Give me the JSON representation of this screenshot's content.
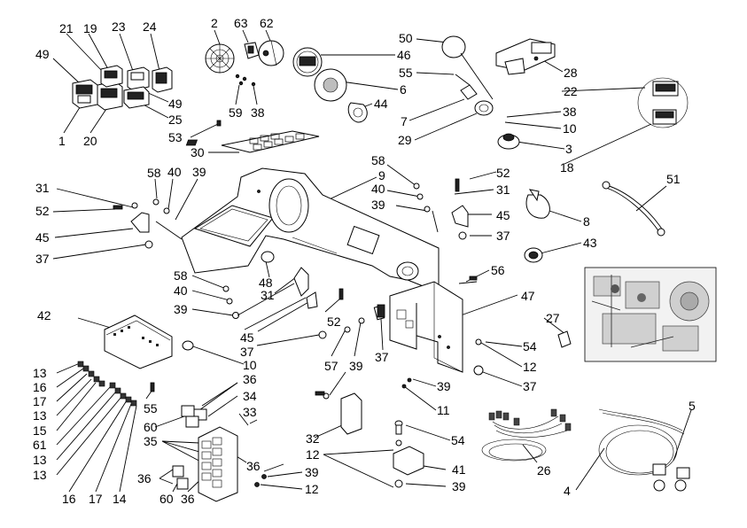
{
  "callouts": [
    {
      "id": "c1",
      "text": "49"
    },
    {
      "id": "c2",
      "text": "21"
    },
    {
      "id": "c3",
      "text": "19"
    },
    {
      "id": "c4",
      "text": "23"
    },
    {
      "id": "c5",
      "text": "24"
    },
    {
      "id": "c6",
      "text": "49"
    },
    {
      "id": "c7",
      "text": "25"
    },
    {
      "id": "c8",
      "text": "1"
    },
    {
      "id": "c9",
      "text": "20"
    },
    {
      "id": "c10",
      "text": "2"
    },
    {
      "id": "c11",
      "text": "63"
    },
    {
      "id": "c12",
      "text": "62"
    },
    {
      "id": "c13",
      "text": "59"
    },
    {
      "id": "c14",
      "text": "38"
    },
    {
      "id": "c15",
      "text": "53"
    },
    {
      "id": "c16",
      "text": "30"
    },
    {
      "id": "c17",
      "text": "50"
    },
    {
      "id": "c18",
      "text": "46"
    },
    {
      "id": "c19",
      "text": "55"
    },
    {
      "id": "c20",
      "text": "6"
    },
    {
      "id": "c21",
      "text": "44"
    },
    {
      "id": "c22",
      "text": "7"
    },
    {
      "id": "c23",
      "text": "29"
    },
    {
      "id": "c24",
      "text": "28"
    },
    {
      "id": "c25",
      "text": "22"
    },
    {
      "id": "c26",
      "text": "38"
    },
    {
      "id": "c27",
      "text": "10"
    },
    {
      "id": "c28",
      "text": "3"
    },
    {
      "id": "c29",
      "text": "18"
    },
    {
      "id": "c30",
      "text": "58"
    },
    {
      "id": "c31",
      "text": "40"
    },
    {
      "id": "c32",
      "text": "39"
    },
    {
      "id": "c33",
      "text": "31"
    },
    {
      "id": "c34",
      "text": "52"
    },
    {
      "id": "c35",
      "text": "45"
    },
    {
      "id": "c36",
      "text": "37"
    },
    {
      "id": "c37",
      "text": "9"
    },
    {
      "id": "c38",
      "text": "58"
    },
    {
      "id": "c39",
      "text": "40"
    },
    {
      "id": "c40",
      "text": "39"
    },
    {
      "id": "c41",
      "text": "52"
    },
    {
      "id": "c42",
      "text": "31"
    },
    {
      "id": "c43",
      "text": "45"
    },
    {
      "id": "c44",
      "text": "37"
    },
    {
      "id": "c45",
      "text": "8"
    },
    {
      "id": "c46",
      "text": "51"
    },
    {
      "id": "c47",
      "text": "43"
    },
    {
      "id": "c48",
      "text": "58"
    },
    {
      "id": "c49",
      "text": "40"
    },
    {
      "id": "c50",
      "text": "39"
    },
    {
      "id": "c51",
      "text": "48"
    },
    {
      "id": "c52",
      "text": "31"
    },
    {
      "id": "c53",
      "text": "52"
    },
    {
      "id": "c54",
      "text": "45"
    },
    {
      "id": "c55",
      "text": "37"
    },
    {
      "id": "c56",
      "text": "56"
    },
    {
      "id": "c57",
      "text": "47"
    },
    {
      "id": "c58",
      "text": "27"
    },
    {
      "id": "c59",
      "text": "42"
    },
    {
      "id": "c60",
      "text": "10"
    },
    {
      "id": "c61",
      "text": "13"
    },
    {
      "id": "c62",
      "text": "16"
    },
    {
      "id": "c63",
      "text": "17"
    },
    {
      "id": "c64",
      "text": "13"
    },
    {
      "id": "c65",
      "text": "15"
    },
    {
      "id": "c66",
      "text": "61"
    },
    {
      "id": "c67",
      "text": "13"
    },
    {
      "id": "c68",
      "text": "13"
    },
    {
      "id": "c69",
      "text": "55"
    },
    {
      "id": "c70",
      "text": "16"
    },
    {
      "id": "c71",
      "text": "17"
    },
    {
      "id": "c72",
      "text": "14"
    },
    {
      "id": "c73",
      "text": "57"
    },
    {
      "id": "c74",
      "text": "39"
    },
    {
      "id": "c75",
      "text": "37"
    },
    {
      "id": "c76",
      "text": "54"
    },
    {
      "id": "c77",
      "text": "12"
    },
    {
      "id": "c78",
      "text": "37"
    },
    {
      "id": "c79",
      "text": "39"
    },
    {
      "id": "c80",
      "text": "11"
    },
    {
      "id": "c81",
      "text": "36"
    },
    {
      "id": "c82",
      "text": "34"
    },
    {
      "id": "c83",
      "text": "33"
    },
    {
      "id": "c84",
      "text": "60"
    },
    {
      "id": "c85",
      "text": "35"
    },
    {
      "id": "c86",
      "text": "36"
    },
    {
      "id": "c87",
      "text": "39"
    },
    {
      "id": "c88",
      "text": "12"
    },
    {
      "id": "c89",
      "text": "36"
    },
    {
      "id": "c90",
      "text": "60"
    },
    {
      "id": "c91",
      "text": "36"
    },
    {
      "id": "c92",
      "text": "32"
    },
    {
      "id": "c93",
      "text": "54"
    },
    {
      "id": "c94",
      "text": "12"
    },
    {
      "id": "c95",
      "text": "41"
    },
    {
      "id": "c96",
      "text": "39"
    },
    {
      "id": "c97",
      "text": "26"
    },
    {
      "id": "c98",
      "text": "5"
    },
    {
      "id": "c99",
      "text": "4"
    }
  ]
}
